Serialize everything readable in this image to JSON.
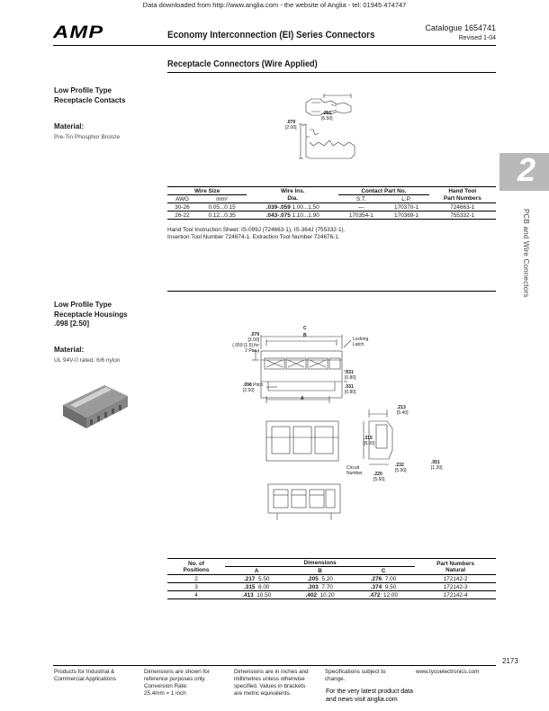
{
  "header": {
    "source_line": "Data downloaded from http://www.anglia.com - the website of Anglia - tel: 01945 474747",
    "logo": "AMP",
    "title": "Economy Interconnection (EI) Series Connectors",
    "catalogue": "Catalogue 1654741",
    "revised": "Revised 1-04"
  },
  "section_title": "Receptacle Connectors (Wire Applied)",
  "tab": {
    "number": "2",
    "label": "PCB and Wire Connectors"
  },
  "contacts": {
    "heading_line1": "Low Profile Type",
    "heading_line2": "Receptacle Contacts",
    "material_label": "Material:",
    "material_value": "Pre-Tin Phosphor Bronze",
    "drawing": {
      "dim1_in": ".079",
      "dim1_mm": "[2.00]",
      "dim2_in": ".256",
      "dim2_mm": "[6.50]"
    },
    "table": {
      "group_wire_size": "Wire Size",
      "group_wire_ins": "Wire Ins.",
      "group_contact_part": "Contact Part No.",
      "group_hand_tool": "Hand Tool",
      "col_awg": "AWG",
      "col_mm2": "mm²",
      "col_dia": "Dia.",
      "col_st": "S.T.",
      "col_lp": "L.P.",
      "col_part_numbers": "Part Numbers",
      "rows": [
        {
          "awg": "30-26",
          "mm2": "0.05...0.15",
          "dia_in": ".039-.059",
          "dia_mm": "1.00...1.50",
          "st": "—",
          "lp": "170370-1",
          "tool": "724663-1"
        },
        {
          "awg": "26-22",
          "mm2": "0.12...0.35",
          "dia_in": ".043-.075",
          "dia_mm": "1.10...1.90",
          "st": "170354-1",
          "lp": "170369-1",
          "tool": "755332-1"
        }
      ]
    },
    "note_line1": "Hand Tool Instruction Sheet: IS-099J (724663-1), IS-364J (755332-1).",
    "note_line2": "Insertion Tool Number 724674-1. Extraction Tool Number 724676-1."
  },
  "housings": {
    "heading_line1": "Low Profile Type",
    "heading_line2": "Receptacle Housings",
    "heading_line3": ".098 [2.50]",
    "material_label": "Material:",
    "material_value": "UL 94V-0 rated, 6/6 nylon",
    "drawing": {
      "c": "C",
      "b": "B",
      "a": "A",
      "locking_latch_1": "Locking",
      "locking_latch_2": "Latch",
      "d079": ".079",
      "d079_mm": "[2.00]",
      "d059_1": "(.059 [1.5] for",
      "d059_2": "2 Pos.)",
      "d098": ".098",
      "d098_mm": "[2.50]",
      "pitch": "Pitch",
      "d031a": ".031",
      "d031a_mm": "[0.80]",
      "d031b": ".031",
      "d031b_mm": "[0.80]",
      "d213": ".213",
      "d213_mm": "[5.40]",
      "d315": ".315",
      "d315_mm": "[8.00]",
      "d232": ".232",
      "d232_mm": "[5.90]",
      "d220": ".220",
      "d220_mm": "[5.60]",
      "d051": ".051",
      "d051_mm": "[1.30]",
      "circuit_1": "Circuit",
      "circuit_2": "Number"
    },
    "table": {
      "col_positions_1": "No. of",
      "col_positions_2": "Positions",
      "group_dimensions": "Dimensions",
      "col_a": "A",
      "col_b": "B",
      "col_c": "C",
      "col_part_1": "Part Numbers",
      "col_part_2": "Natural",
      "rows": [
        {
          "pos": "2",
          "a_in": ".217",
          "a_mm": "5.50",
          "b_in": ".205",
          "b_mm": "5.20",
          "c_in": ".276",
          "c_mm": "7.00",
          "part": "172142-2"
        },
        {
          "pos": "3",
          "a_in": ".315",
          "a_mm": "8.00",
          "b_in": ".303",
          "b_mm": "7.70",
          "c_in": ".374",
          "c_mm": "9.50",
          "part": "172142-3"
        },
        {
          "pos": "4",
          "a_in": ".413",
          "a_mm": "10.50",
          "b_in": ".402",
          "b_mm": "10.20",
          "c_in": ".472",
          "c_mm": "12.00",
          "part": "172142-4"
        }
      ]
    }
  },
  "page_number": "2173",
  "footer": {
    "col1_line1": "Products for Industrial &",
    "col1_line2": "Commercial Applications",
    "col2_line1": "Dimensions are shown for",
    "col2_line2": "reference purposes only.",
    "col2_line3": "Conversion Rate:",
    "col2_line4": "25.4mm = 1 inch",
    "col3_line1": "Dimensions are in inches and",
    "col3_line2": "millimetres unless otherwise",
    "col3_line3": "specified. Values in brackets",
    "col3_line4": "are metric equivalents.",
    "col4_line1": "Specifications subject to",
    "col4_line2": "change.",
    "website": "www.tycoelectronics.com",
    "anglia_line1": "For the very latest product data",
    "anglia_line2": "and news visit anglia.com"
  }
}
